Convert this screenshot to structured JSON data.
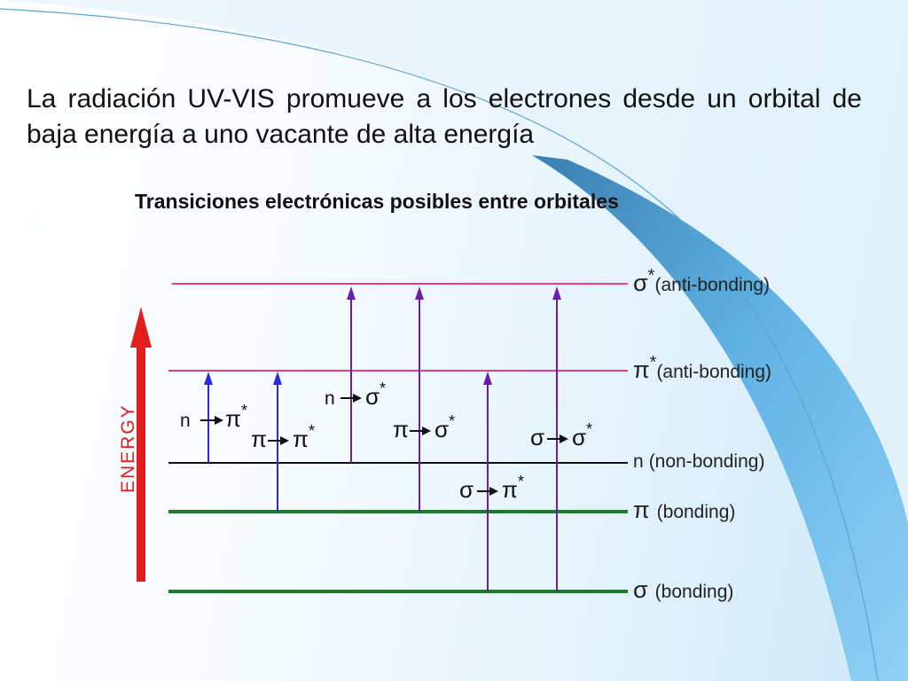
{
  "slide": {
    "heading": "La radiación UV-VIS promueve a los electrones desde un orbital de baja energía a uno vacante de alta energía",
    "subtitle": "Transiciones electrónicas posibles entre orbitales"
  },
  "diagram": {
    "energy_axis_label": "ENERGY",
    "levels": [
      {
        "id": "sigma-star",
        "symbol": "σ",
        "sup": "*",
        "label": "(anti-bonding)",
        "color": "#e8398a"
      },
      {
        "id": "pi-star",
        "symbol": "π",
        "sup": "*",
        "label": "(anti-bonding)",
        "color": "#e8398a"
      },
      {
        "id": "n",
        "symbol": "n",
        "sup": "",
        "label": "(non-bonding)",
        "color": "#111111"
      },
      {
        "id": "pi",
        "symbol": "π",
        "sup": "",
        "label": "(bonding)",
        "color": "#1e7a2e"
      },
      {
        "id": "sigma",
        "symbol": "σ",
        "sup": "",
        "label": "(bonding)",
        "color": "#1e7a2e"
      }
    ],
    "transitions": [
      {
        "id": "n-pi",
        "from": "n",
        "to": "pi*",
        "color": "#2a2ae0"
      },
      {
        "id": "pi-pi",
        "from": "π",
        "to": "π*",
        "color": "#2a2ae0"
      },
      {
        "id": "n-sigma",
        "from": "n",
        "to": "σ*",
        "color": "#6a1ea8"
      },
      {
        "id": "pi-sigma",
        "from": "π",
        "to": "σ*",
        "color": "#6a1ea8"
      },
      {
        "id": "sigma-pi",
        "from": "σ",
        "to": "π*",
        "color": "#6a1ea8"
      },
      {
        "id": "sigma-sigma",
        "from": "σ",
        "to": "σ*",
        "color": "#6a1ea8"
      }
    ],
    "energy_color": "#e21d1d"
  }
}
